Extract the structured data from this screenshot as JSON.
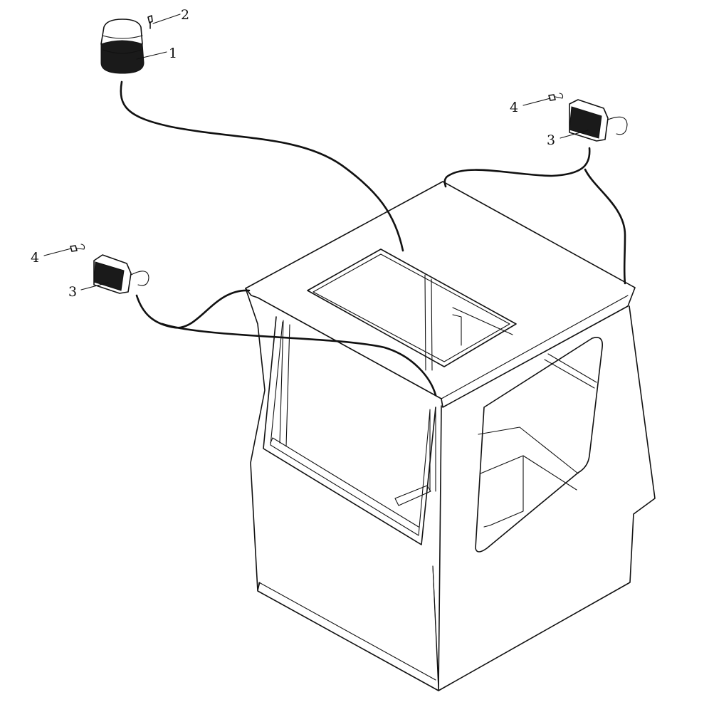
{
  "diagram": {
    "callouts": [
      {
        "id": "c1",
        "label": "1"
      },
      {
        "id": "c2",
        "label": "2"
      },
      {
        "id": "c3a",
        "label": "3"
      },
      {
        "id": "c3b",
        "label": "3"
      },
      {
        "id": "c4a",
        "label": "4"
      },
      {
        "id": "c4b",
        "label": "4"
      }
    ],
    "colors": {
      "ink": "#111111",
      "paper": "#ffffff"
    }
  }
}
